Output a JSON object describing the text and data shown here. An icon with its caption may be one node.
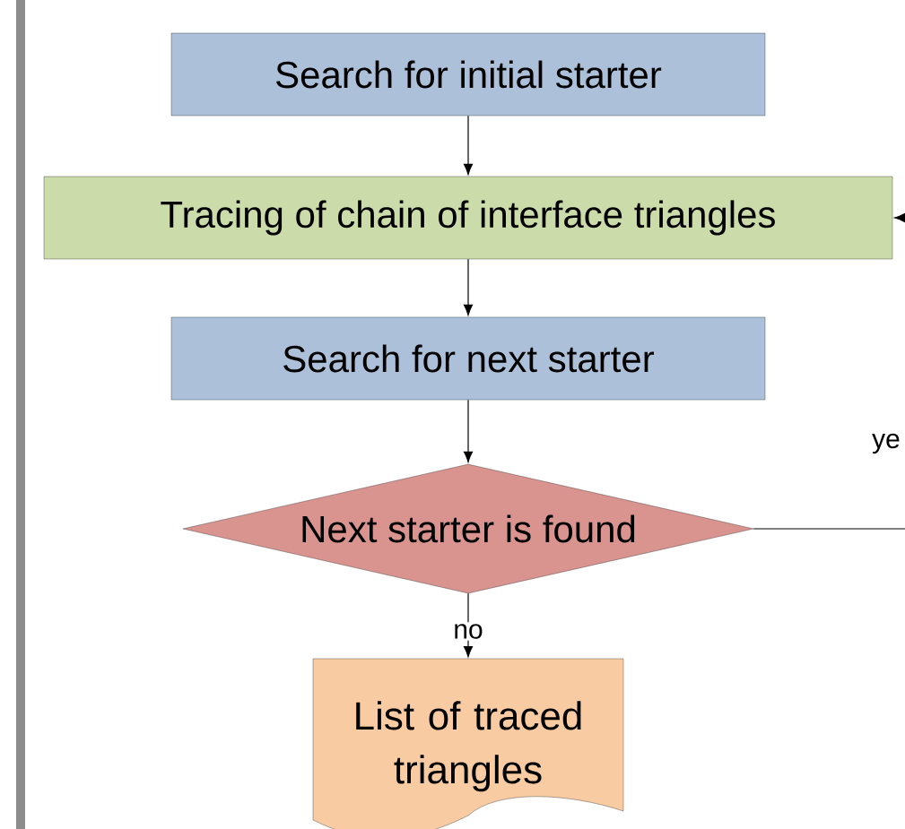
{
  "diagram": {
    "nodes": [
      {
        "text": [
          "Search for initial starter"
        ]
      },
      {
        "text": [
          "Tracing of chain of interface triangles"
        ]
      },
      {
        "text": [
          "Search for next starter"
        ]
      },
      {
        "text": [
          "Next starter is found"
        ]
      },
      {
        "text": [
          "List of traced triangles"
        ]
      }
    ],
    "edges": [
      {
        "from": 0,
        "to": 1,
        "arrow": "to"
      },
      {
        "from": 1,
        "to": 2,
        "arrow": "to"
      },
      {
        "from": 2,
        "to": 3,
        "arrow": "to"
      },
      {
        "from": 3,
        "to": 4,
        "arrow": "to",
        "label": "no"
      },
      {
        "from": 3,
        "to": 1,
        "arrow": "to",
        "label": "ye"
      }
    ]
  }
}
